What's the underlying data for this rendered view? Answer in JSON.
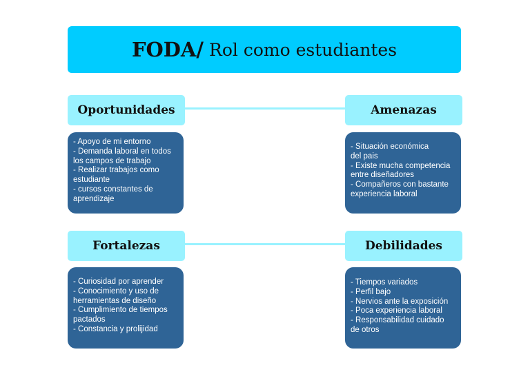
{
  "title": {
    "bold": "FODA/",
    "rest": "Rol como estudiantes"
  },
  "quadrants": {
    "oportunidades": {
      "heading": "Oportunidades",
      "lines": [
        "- Apoyo de mi entorno",
        "- Demanda laboral en todos",
        "los campos de trabajo",
        "- Realizar trabajos como",
        "estudiante",
        "- cursos constantes de",
        "aprendizaje"
      ]
    },
    "amenazas": {
      "heading": "Amenazas",
      "lines": [
        "- Situación económica",
        "del pais",
        "- Existe mucha competencia",
        "entre diseñadores",
        "- Compañeros con bastante",
        "experiencia laboral"
      ]
    },
    "fortalezas": {
      "heading": "Fortalezas",
      "lines": [
        "- Curiosidad por aprender",
        "- Conocimiento y uso de",
        "herramientas de diseño",
        "- Cumplimiento de tiempos",
        "pactados",
        "- Constancia y prolijidad"
      ]
    },
    "debilidades": {
      "heading": "Debilidades",
      "lines": [
        "- Tiempos variados",
        "- Perfil bajo",
        "- Nervios ante la exposición",
        "- Poca experiencia laboral",
        "- Responsabilidad cuidado",
        "de otros"
      ]
    }
  },
  "colors": {
    "title_bg": "#00ccff",
    "heading_bg": "#99f2ff",
    "box_bg": "#2f6496"
  }
}
